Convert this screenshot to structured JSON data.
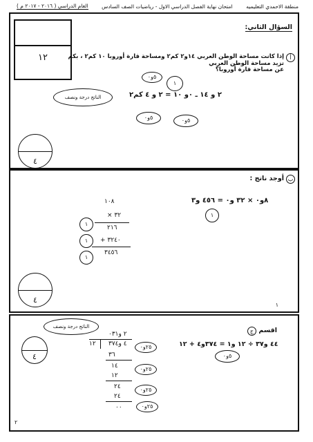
{
  "header": {
    "region": "منطقة الاحمدي التعليميه",
    "exam": "امتحان نهاية الفصل الدراسي الاول - رياضيات الصف السادس",
    "year": "العام الدراسي ( ٢٠١٦ - ٢٠١٧ م )"
  },
  "section1": {
    "score_value": "١٢",
    "title": "السؤال الثاني:",
    "question_line1": "إذا كانت مساحة الوطن العربي ١٤و٢ كم٢ ومساحة قارة أوروبا ١٠ كم٢ ، بكم تزيد مساحة الوطن العربي",
    "question_line2": "عن مساحة قارة أوروبا؟",
    "qlabel": "أ",
    "mark_half": "٥و٠",
    "mark_one": "١",
    "equation": "٢ و ١٤ ـ ٠و ١٠ = ٢ و ٤ كم٢",
    "result_oval": "الناتج درجة ونصف",
    "mark_a": "٥و٠",
    "mark_b": "٥و٠",
    "circle_score": "٤"
  },
  "section2": {
    "qlabel": "ب",
    "title": "أوجد ناتج :",
    "equation": "٨و٠ × ٣٢ و٠ = ٤٥٦ و٣",
    "mark_eq": "١",
    "mult_top": "١٠٨",
    "mult_second": "× ٣٢",
    "mult_p1": "٢١٦",
    "mult_p2": "+ ٣٢٤٠",
    "mult_result": "٣٤٥٦",
    "mark1": "١",
    "mark2": "١",
    "mark3": "١",
    "circle_score": "٤",
    "page_number": "١"
  },
  "section3": {
    "qlabel": "ج",
    "title": "اقسم",
    "equation": "٤٤ و٣٧ ÷ ١٢ و١ = ٣٧٤و٤ + ١٢",
    "mark_eq": "٥و٠",
    "result_oval": "الناتج درجة ونصف",
    "quotient": "٢ و٠٣١",
    "divisor": "١٢",
    "dividend": "٤ و٣٧٤",
    "step1": "٣٦",
    "step2": "١٤",
    "step3": "١٢",
    "step4": "٢٤",
    "step5": "٢٤",
    "step6": "٠٠",
    "mark1": "٢٥و٠",
    "mark2": "٢٥و٠",
    "mark3": "٢٥و٠",
    "mark4": "٢٥و٠",
    "circle_score": "٤",
    "page_number": "٢"
  }
}
